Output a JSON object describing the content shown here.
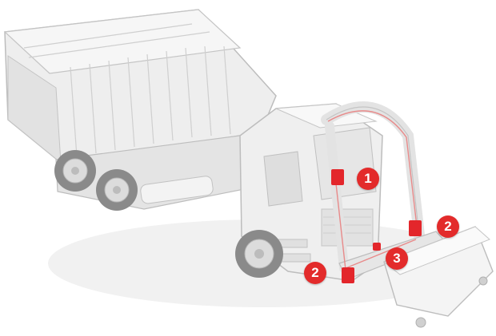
{
  "colors": {
    "accent": "#e32b2b",
    "sensor": "#e3262b",
    "body": "#eeeeee",
    "body_shadow": "#d6d6d6",
    "outline": "#bdbdbd",
    "tire": "#8a8a8a"
  },
  "markers": [
    {
      "label": "1"
    },
    {
      "label": "2"
    },
    {
      "label": "2"
    },
    {
      "label": "3"
    }
  ]
}
